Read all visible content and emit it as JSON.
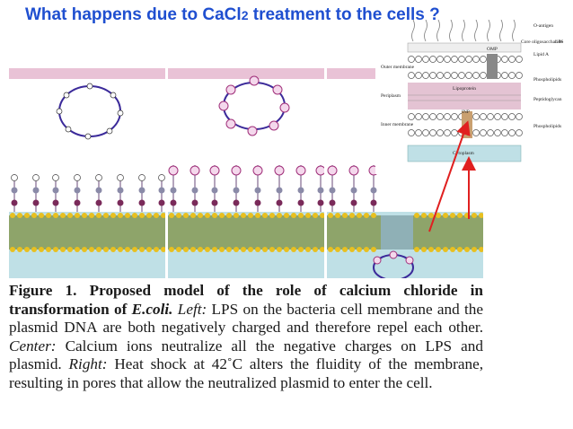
{
  "slide": {
    "title_main": "What happens due to CaCl",
    "title_sub": "2",
    "title_end": " treatment to the cells ?"
  },
  "caption": {
    "figure_label": "Figure 1. Proposed model of the role of calcium chloride in transformation of ",
    "organism": "E.coli.",
    "left_label": "Left:",
    "left_text": " LPS on the bacteria cell membrane and the plasmid DNA are both negatively charged and therefore repel each other. ",
    "center_label": "Center:",
    "center_text": " Calcium ions neutralize all the negative charges on LPS and plasmid. ",
    "right_label": "Right:",
    "right_text": " Heat shock at 42˚C alters the fluidity of the membrane, resulting in pores that allow the neutralized plasmid to enter the cell."
  },
  "inset": {
    "o_antigen": "O-antigen",
    "core_oligo": "Core oligosaccharide",
    "lps": "LPS",
    "lipid_a": "Lipid A",
    "outer_membrane": "Outer membrane",
    "phospholipids_top": "Phospholipids",
    "lipoprotein": "Lipoprotein",
    "periplasm": "Periplasm",
    "peptidoglycan": "Peptidoglycan",
    "inner_membrane": "Inner membrane",
    "phospholipids_bottom": "Phospholipids",
    "cytoplasm": "Cytoplasm",
    "omp": "OMP",
    "inp": "INP"
  },
  "colors": {
    "title": "#1f4fd0",
    "plasmid": "#3b2a9a",
    "membrane_head": "#e8c020",
    "membrane_tail": "#8ea46a",
    "lps_tail": "#7a2a5a",
    "cytoplasm": "#bfe0e6",
    "periplasm": "#e4c3d3",
    "arrow": "#e02020"
  }
}
